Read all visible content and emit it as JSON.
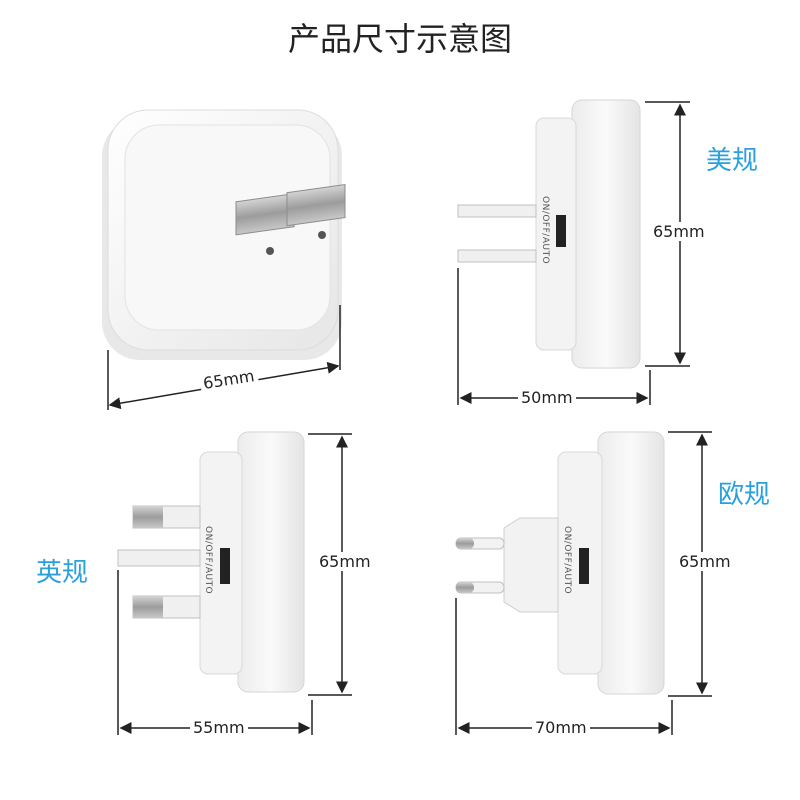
{
  "title": "产品尺寸示意图",
  "regions": {
    "us": "美规",
    "uk": "英规",
    "eu": "欧规"
  },
  "dimensions": {
    "front_width": "65mm",
    "us_height": "65mm",
    "us_depth": "50mm",
    "uk_height": "65mm",
    "uk_depth": "55mm",
    "eu_height": "65mm",
    "eu_depth": "70mm"
  },
  "switch_label": "ON/OFF/AUTO",
  "colors": {
    "region_label": "#2aa0dc",
    "device_body": "#f4f4f4",
    "prong_metal": "#b8b8b8",
    "dimension_line": "#222222"
  }
}
